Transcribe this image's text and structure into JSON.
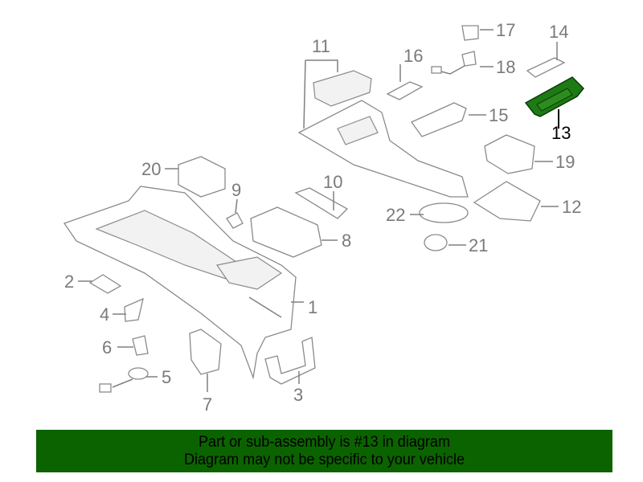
{
  "diagram": {
    "highlight_color": "#1e7a14",
    "highlighted_part": "13",
    "callouts": [
      "1",
      "2",
      "3",
      "4",
      "5",
      "6",
      "7",
      "8",
      "9",
      "10",
      "11",
      "12",
      "13",
      "14",
      "15",
      "16",
      "17",
      "18",
      "19",
      "20",
      "21",
      "22"
    ]
  },
  "banner": {
    "line1": "Part or sub-assembly is #13 in diagram",
    "line2": "Diagram may not be specific to your vehicle",
    "background": "#0b6300"
  }
}
